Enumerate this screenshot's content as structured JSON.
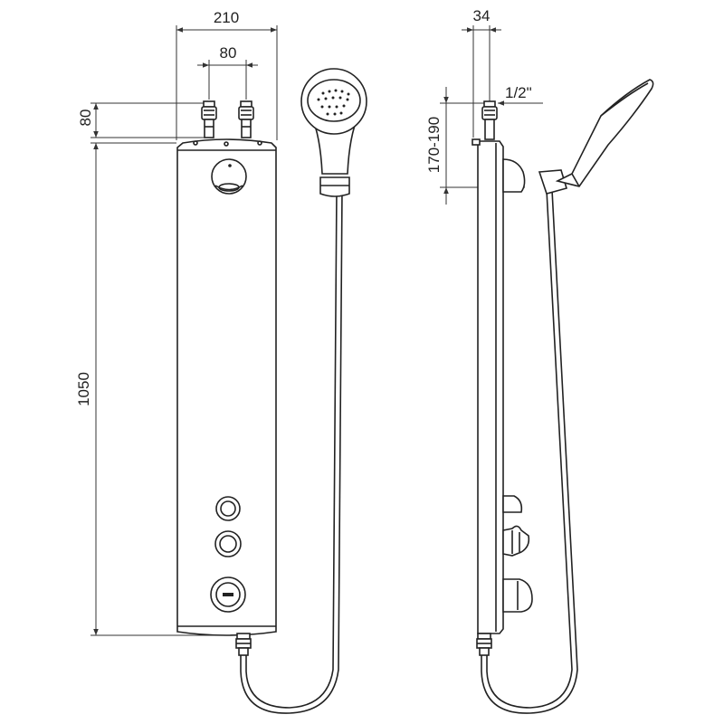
{
  "front_view": {
    "dim_width_total": "210",
    "dim_inlet_spacing": "80",
    "dim_inlet_height": "80",
    "dim_panel_height": "1050"
  },
  "side_view": {
    "dim_depth": "34",
    "dim_thread": "1/2\"",
    "dim_inlet_range": "170-190"
  }
}
